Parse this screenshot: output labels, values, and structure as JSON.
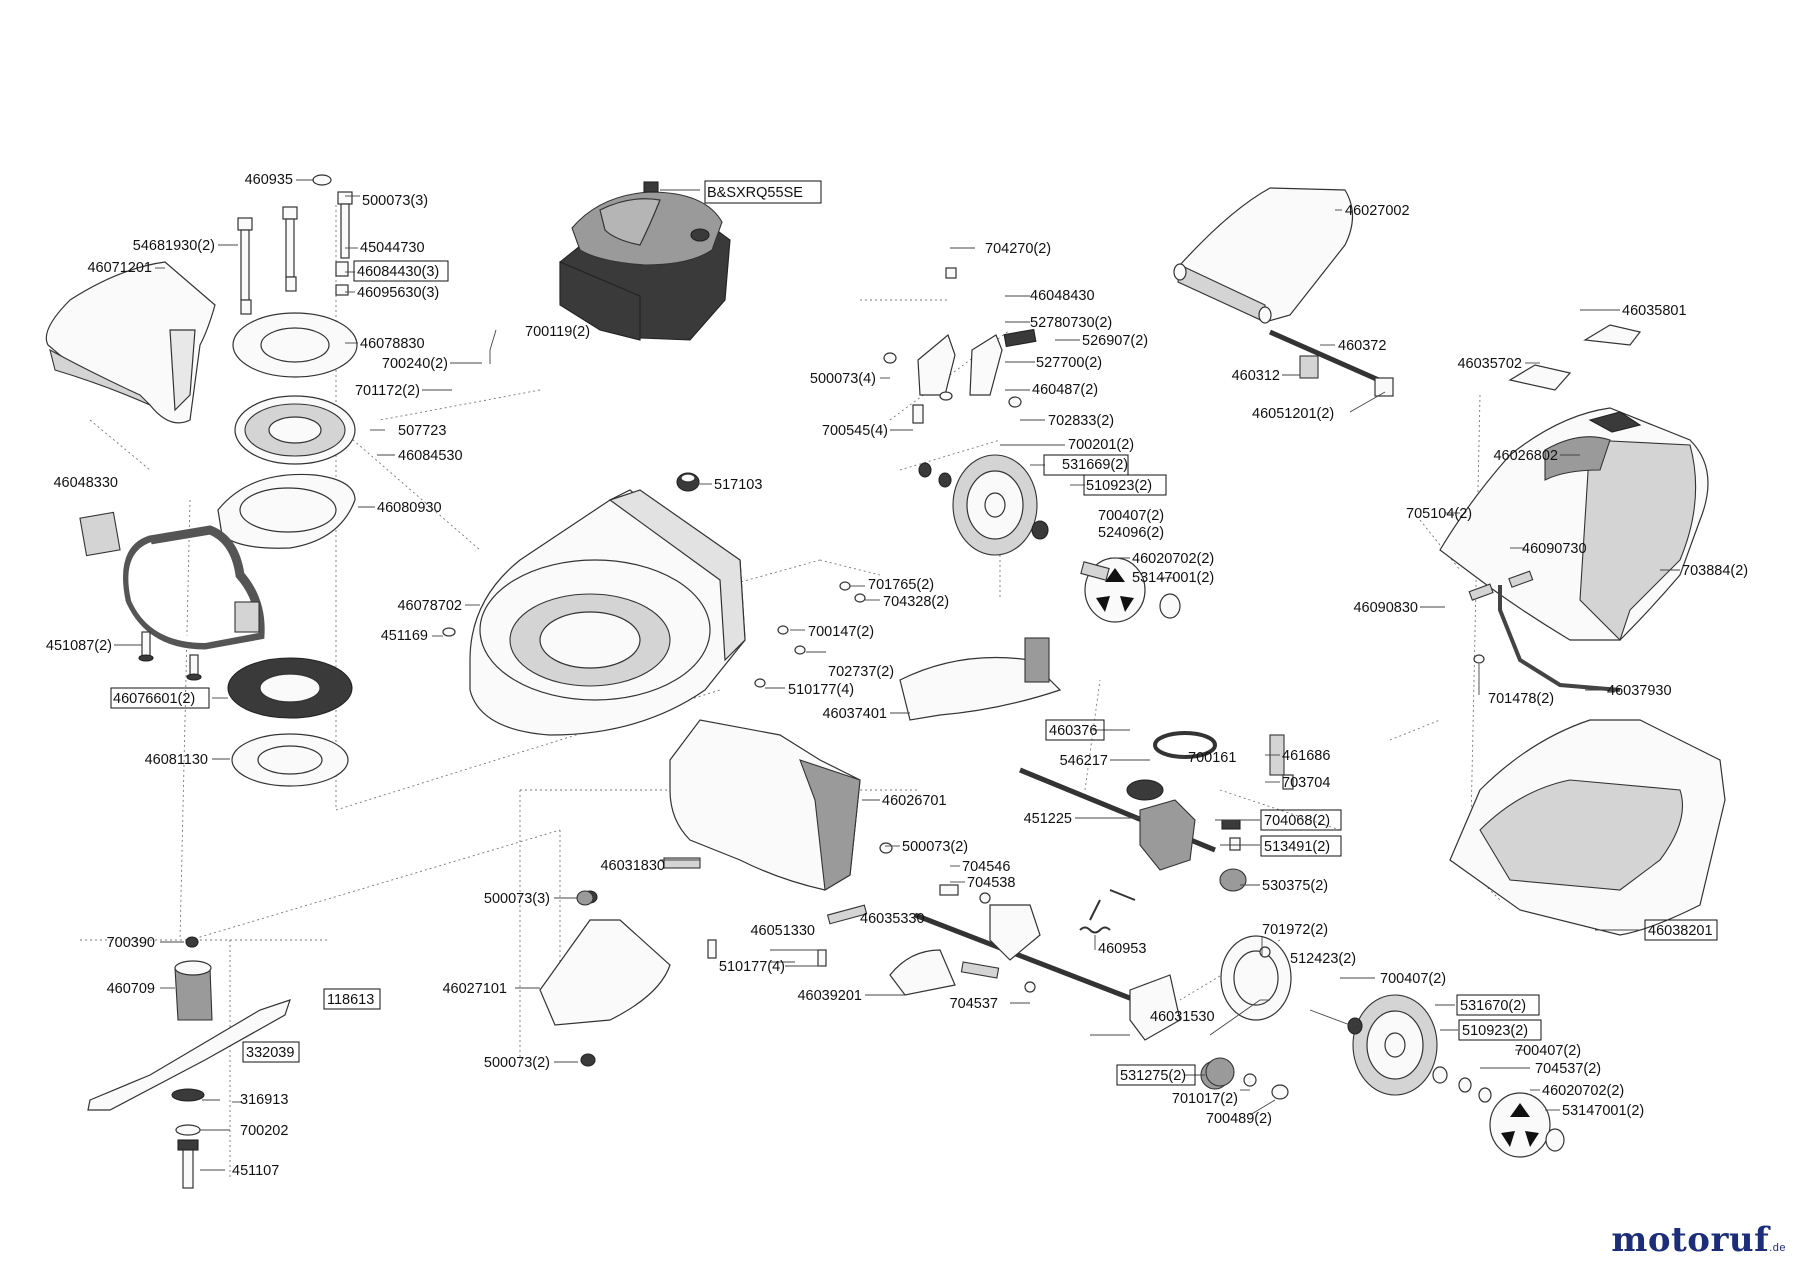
{
  "parts": [
    {
      "id": "p460935",
      "text": "460935",
      "boxed": false
    },
    {
      "id": "p500073_3a",
      "text": "500073(3)",
      "boxed": false
    },
    {
      "id": "pBSXRQ55SE",
      "text": "B&SXRQ55SE",
      "boxed": true
    },
    {
      "id": "p54681930",
      "text": "54681930(2)",
      "boxed": false
    },
    {
      "id": "p45044730",
      "text": "45044730",
      "boxed": false
    },
    {
      "id": "p46071201",
      "text": "46071201",
      "boxed": false
    },
    {
      "id": "p46084430",
      "text": "46084430(3)",
      "boxed": true
    },
    {
      "id": "p46095630",
      "text": "46095630(3)",
      "boxed": false
    },
    {
      "id": "p46078830",
      "text": "46078830",
      "boxed": false
    },
    {
      "id": "p700119",
      "text": "700119(2)",
      "boxed": false
    },
    {
      "id": "p700240",
      "text": "700240(2)",
      "boxed": false
    },
    {
      "id": "p701172",
      "text": "701172(2)",
      "boxed": false
    },
    {
      "id": "p507723",
      "text": "507723",
      "boxed": false
    },
    {
      "id": "p46084530",
      "text": "46084530",
      "boxed": false
    },
    {
      "id": "p46048330",
      "text": "46048330",
      "boxed": false
    },
    {
      "id": "p46080930",
      "text": "46080930",
      "boxed": false
    },
    {
      "id": "p451087",
      "text": "451087(2)",
      "boxed": false
    },
    {
      "id": "p46076601",
      "text": "46076601(2)",
      "boxed": true
    },
    {
      "id": "p46081130",
      "text": "46081130",
      "boxed": false
    },
    {
      "id": "p704270",
      "text": "704270(2)",
      "boxed": false
    },
    {
      "id": "p46048430",
      "text": "46048430",
      "boxed": false
    },
    {
      "id": "p52780730",
      "text": "52780730(2)",
      "boxed": false
    },
    {
      "id": "p526907",
      "text": "526907(2)",
      "boxed": false
    },
    {
      "id": "p500073_4",
      "text": "500073(4)",
      "boxed": false
    },
    {
      "id": "p527700",
      "text": "527700(2)",
      "boxed": false
    },
    {
      "id": "p460487",
      "text": "460487(2)",
      "boxed": false
    },
    {
      "id": "p702833",
      "text": "702833(2)",
      "boxed": false
    },
    {
      "id": "p700545",
      "text": "700545(4)",
      "boxed": false
    },
    {
      "id": "p700201",
      "text": "700201(2)",
      "boxed": false
    },
    {
      "id": "p531669",
      "text": "531669(2)",
      "boxed": true
    },
    {
      "id": "p510923a",
      "text": "510923(2)",
      "boxed": true
    },
    {
      "id": "p700407a",
      "text": "700407(2)",
      "boxed": false
    },
    {
      "id": "p524096",
      "text": "524096(2)",
      "boxed": false
    },
    {
      "id": "p46020702a",
      "text": "46020702(2)",
      "boxed": false
    },
    {
      "id": "p53147001a",
      "text": "53147001(2)",
      "boxed": false
    },
    {
      "id": "p517103",
      "text": "517103",
      "boxed": false
    },
    {
      "id": "p46078702",
      "text": "46078702",
      "boxed": false
    },
    {
      "id": "p451169",
      "text": "451169",
      "boxed": false
    },
    {
      "id": "p701765",
      "text": "701765(2)",
      "boxed": false
    },
    {
      "id": "p704328",
      "text": "704328(2)",
      "boxed": false
    },
    {
      "id": "p700147",
      "text": "700147(2)",
      "boxed": false
    },
    {
      "id": "p702737",
      "text": "702737(2)",
      "boxed": false
    },
    {
      "id": "p510177a",
      "text": "510177(4)",
      "boxed": false
    },
    {
      "id": "p46037401",
      "text": "46037401",
      "boxed": false
    },
    {
      "id": "p46027002",
      "text": "46027002",
      "boxed": false
    },
    {
      "id": "p460372",
      "text": "460372",
      "boxed": false
    },
    {
      "id": "p460312",
      "text": "460312",
      "boxed": false
    },
    {
      "id": "p46051201",
      "text": "46051201(2)",
      "boxed": false
    },
    {
      "id": "p46035801",
      "text": "46035801",
      "boxed": false
    },
    {
      "id": "p46035702",
      "text": "46035702",
      "boxed": false
    },
    {
      "id": "p46026802",
      "text": "46026802",
      "boxed": false
    },
    {
      "id": "p705104",
      "text": "705104(2)",
      "boxed": false
    },
    {
      "id": "p46090730",
      "text": "46090730",
      "boxed": false
    },
    {
      "id": "p703884",
      "text": "703884(2)",
      "boxed": false
    },
    {
      "id": "p46090830",
      "text": "46090830",
      "boxed": false
    },
    {
      "id": "p701478",
      "text": "701478(2)",
      "boxed": false
    },
    {
      "id": "p46037930",
      "text": "46037930",
      "boxed": false
    },
    {
      "id": "p460376",
      "text": "460376",
      "boxed": true
    },
    {
      "id": "p546217",
      "text": "546217",
      "boxed": false
    },
    {
      "id": "p700161",
      "text": "700161",
      "boxed": false
    },
    {
      "id": "p461686",
      "text": "461686",
      "boxed": false
    },
    {
      "id": "p703704",
      "text": "703704",
      "boxed": false
    },
    {
      "id": "p451225",
      "text": "451225",
      "boxed": false
    },
    {
      "id": "p704068",
      "text": "704068(2)",
      "boxed": true
    },
    {
      "id": "p513491",
      "text": "513491(2)",
      "boxed": true
    },
    {
      "id": "p530375",
      "text": "530375(2)",
      "boxed": false
    },
    {
      "id": "p460953",
      "text": "460953",
      "boxed": false
    },
    {
      "id": "p46026701",
      "text": "46026701",
      "boxed": false
    },
    {
      "id": "p500073_2a",
      "text": "500073(2)",
      "boxed": false
    },
    {
      "id": "p46031830",
      "text": "46031830",
      "boxed": false
    },
    {
      "id": "p704546",
      "text": "704546",
      "boxed": false
    },
    {
      "id": "p704538",
      "text": "704538",
      "boxed": false
    },
    {
      "id": "p500073_3b",
      "text": "500073(3)",
      "boxed": false
    },
    {
      "id": "p46035330",
      "text": "46035330",
      "boxed": false
    },
    {
      "id": "p46051330",
      "text": "46051330",
      "boxed": false
    },
    {
      "id": "p510177b",
      "text": "510177(4)",
      "boxed": false
    },
    {
      "id": "p46039201",
      "text": "46039201",
      "boxed": false
    },
    {
      "id": "p704537a",
      "text": "704537",
      "boxed": false
    },
    {
      "id": "p46027101",
      "text": "46027101",
      "boxed": false
    },
    {
      "id": "p500073_2b",
      "text": "500073(2)",
      "boxed": false
    },
    {
      "id": "p700390",
      "text": "700390",
      "boxed": false
    },
    {
      "id": "p460709",
      "text": "460709",
      "boxed": false
    },
    {
      "id": "p118613",
      "text": "118613",
      "boxed": true
    },
    {
      "id": "p332039",
      "text": "332039",
      "boxed": true
    },
    {
      "id": "p316913",
      "text": "316913",
      "boxed": false
    },
    {
      "id": "p700202",
      "text": "700202",
      "boxed": false
    },
    {
      "id": "p451107",
      "text": "451107",
      "boxed": false
    },
    {
      "id": "p46031530",
      "text": "46031530",
      "boxed": false
    },
    {
      "id": "p701972",
      "text": "701972(2)",
      "boxed": false
    },
    {
      "id": "p512423",
      "text": "512423(2)",
      "boxed": false
    },
    {
      "id": "p700407b",
      "text": "700407(2)",
      "boxed": false
    },
    {
      "id": "p531670",
      "text": "531670(2)",
      "boxed": true
    },
    {
      "id": "p510923b",
      "text": "510923(2)",
      "boxed": true
    },
    {
      "id": "p700407c",
      "text": "700407(2)",
      "boxed": false
    },
    {
      "id": "p704537b",
      "text": "704537(2)",
      "boxed": false
    },
    {
      "id": "p46020702b",
      "text": "46020702(2)",
      "boxed": false
    },
    {
      "id": "p53147001b",
      "text": "53147001(2)",
      "boxed": false
    },
    {
      "id": "p531275",
      "text": "531275(2)",
      "boxed": true
    },
    {
      "id": "p701017",
      "text": "701017(2)",
      "boxed": false
    },
    {
      "id": "p700489",
      "text": "700489(2)",
      "boxed": false
    },
    {
      "id": "p46038201",
      "text": "46038201",
      "boxed": true
    }
  ],
  "brand": {
    "name": "motoruf",
    "suffix": ".de"
  }
}
